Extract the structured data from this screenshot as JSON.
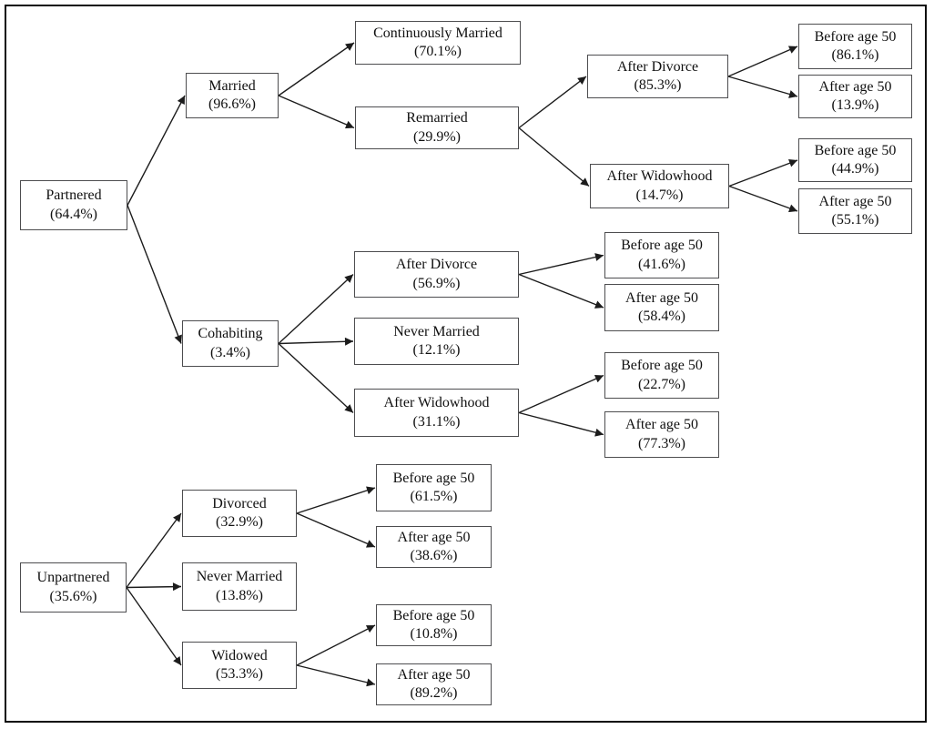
{
  "diagram": {
    "type": "decision-tree",
    "description": "Partnership status tree diagram with branch percentages",
    "colors": {
      "background": "#ffffff",
      "frame": "#0b0b0b",
      "box_border": "#4d4d4f",
      "arrow": "#1c1c1c",
      "text": "#101010"
    },
    "nodes": [
      {
        "id": "partnered",
        "label": "Partnered",
        "value": "(64.4%)",
        "parent": null
      },
      {
        "id": "married",
        "label": "Married",
        "value": "(96.6%)",
        "parent": "partnered"
      },
      {
        "id": "cont-married",
        "label": "Continuously Married",
        "value": "(70.1%)",
        "parent": "married"
      },
      {
        "id": "remarried",
        "label": "Remarried",
        "value": "(29.9%)",
        "parent": "married"
      },
      {
        "id": "rem-after-divorce",
        "label": "After Divorce",
        "value": "(85.3%)",
        "parent": "remarried"
      },
      {
        "id": "rad-before50",
        "label": "Before age 50",
        "value": "(86.1%)",
        "parent": "rem-after-divorce"
      },
      {
        "id": "rad-after50",
        "label": "After age 50",
        "value": "(13.9%)",
        "parent": "rem-after-divorce"
      },
      {
        "id": "rem-after-widowhood",
        "label": "After Widowhood",
        "value": "(14.7%)",
        "parent": "remarried"
      },
      {
        "id": "raw-before50",
        "label": "Before age 50",
        "value": "(44.9%)",
        "parent": "rem-after-widowhood"
      },
      {
        "id": "raw-after50",
        "label": "After age 50",
        "value": "(55.1%)",
        "parent": "rem-after-widowhood"
      },
      {
        "id": "cohabiting",
        "label": "Cohabiting",
        "value": "(3.4%)",
        "parent": "partnered"
      },
      {
        "id": "coh-after-divorce",
        "label": "After Divorce",
        "value": "(56.9%)",
        "parent": "cohabiting"
      },
      {
        "id": "cad-before50",
        "label": "Before age 50",
        "value": "(41.6%)",
        "parent": "coh-after-divorce"
      },
      {
        "id": "cad-after50",
        "label": "After age 50",
        "value": "(58.4%)",
        "parent": "coh-after-divorce"
      },
      {
        "id": "coh-never-married",
        "label": "Never Married",
        "value": "(12.1%)",
        "parent": "cohabiting"
      },
      {
        "id": "coh-after-widowhood",
        "label": "After Widowhood",
        "value": "(31.1%)",
        "parent": "cohabiting"
      },
      {
        "id": "caw-before50",
        "label": "Before age 50",
        "value": "(22.7%)",
        "parent": "coh-after-widowhood"
      },
      {
        "id": "caw-after50",
        "label": "After age 50",
        "value": "(77.3%)",
        "parent": "coh-after-widowhood"
      },
      {
        "id": "unpartnered",
        "label": "Unpartnered",
        "value": "(35.6%)",
        "parent": null
      },
      {
        "id": "divorced",
        "label": "Divorced",
        "value": "(32.9%)",
        "parent": "unpartnered"
      },
      {
        "id": "div-before50",
        "label": "Before age 50",
        "value": "(61.5%)",
        "parent": "divorced"
      },
      {
        "id": "div-after50",
        "label": "After age 50",
        "value": "(38.6%)",
        "parent": "divorced"
      },
      {
        "id": "unp-never-married",
        "label": "Never Married",
        "value": "(13.8%)",
        "parent": "unpartnered"
      },
      {
        "id": "widowed",
        "label": "Widowed",
        "value": "(53.3%)",
        "parent": "unpartnered"
      },
      {
        "id": "wid-before50",
        "label": "Before age 50",
        "value": "(10.8%)",
        "parent": "widowed"
      },
      {
        "id": "wid-after50",
        "label": "After age 50",
        "value": "(89.2%)",
        "parent": "widowed"
      }
    ]
  }
}
